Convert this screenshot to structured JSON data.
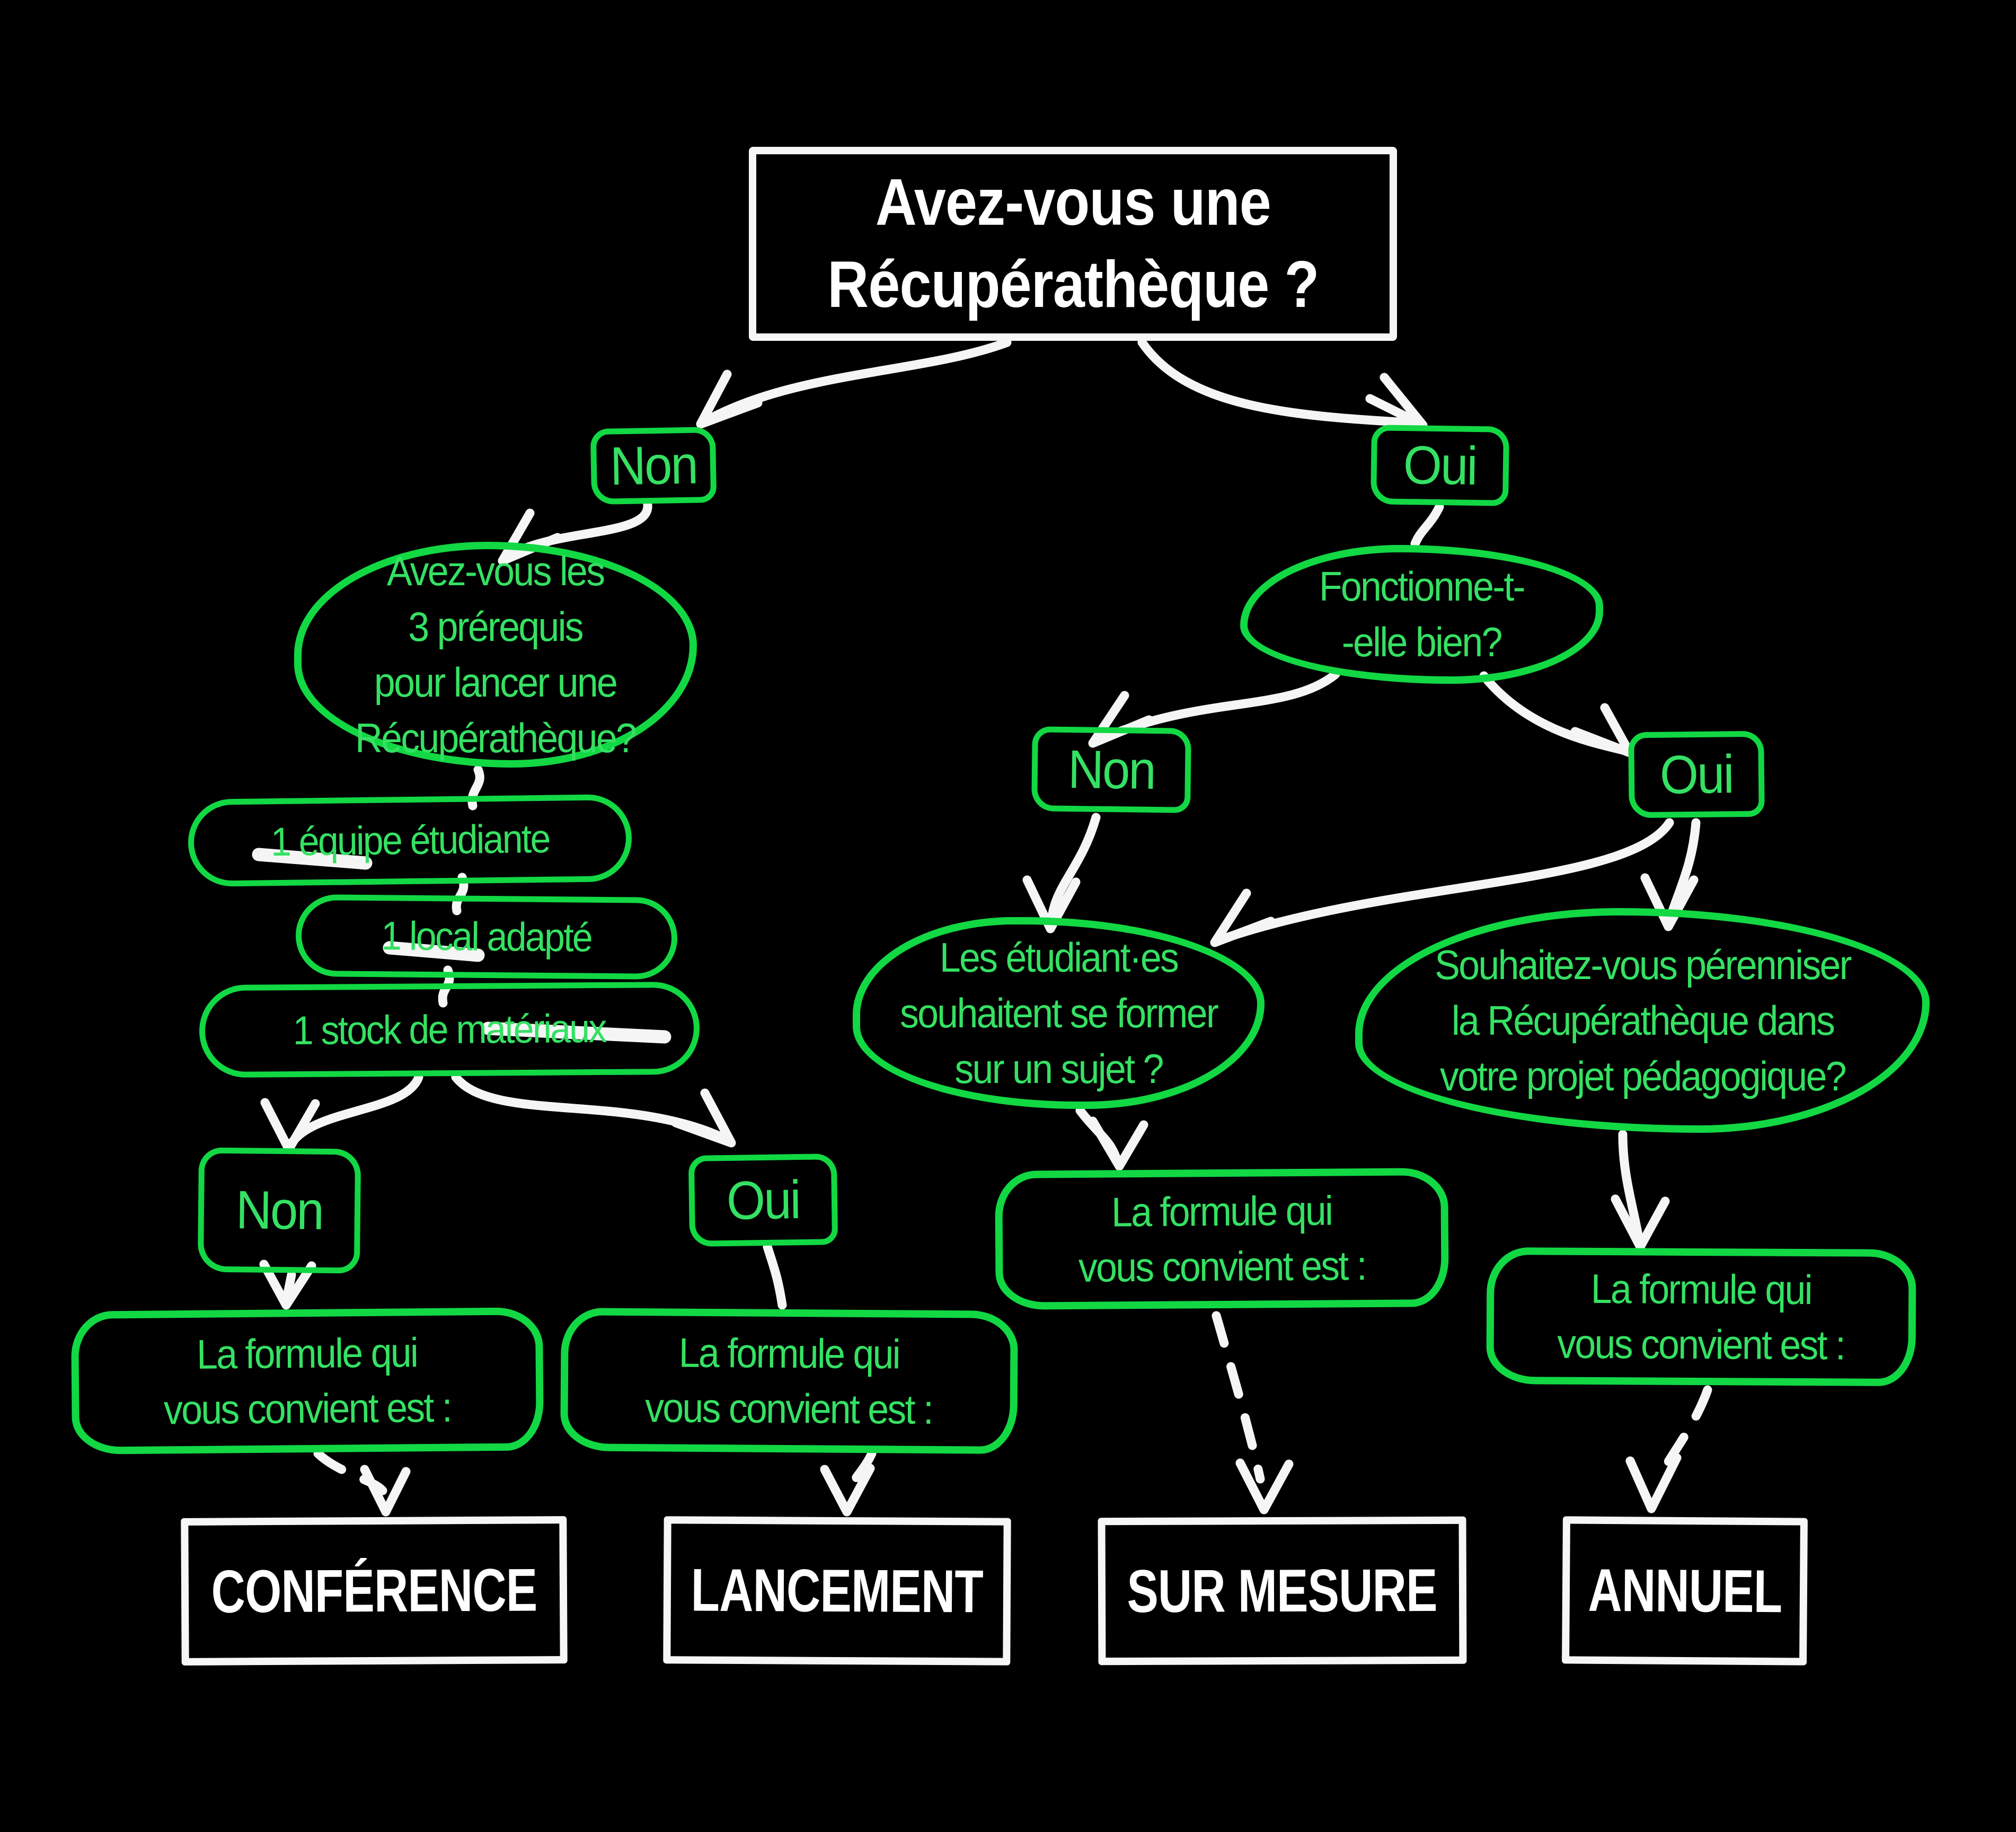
{
  "colors": {
    "background": "#000000",
    "green_stroke": "#12d843",
    "green_text": "#35e163",
    "white": "#ffffff"
  },
  "root": {
    "question": "Avez-vous une\nRécupérathèque ?"
  },
  "level1": {
    "no_label": "Non",
    "yes_label": "Oui"
  },
  "no_branch": {
    "prereq_question": "Avez-vous les\n3 prérequis\npour lancer une\nRécupérathèque?",
    "prereqs": [
      "1 équipe étudiante",
      "1 local adapté",
      "1 stock de matériaux"
    ],
    "no": {
      "label": "Non",
      "formula": "La formule qui\nvous convient est :",
      "result": "CONFÉRENCE"
    },
    "yes": {
      "label": "Oui",
      "formula": "La formule qui\nvous convient est :",
      "result": "LANCEMENT"
    }
  },
  "yes_branch": {
    "working_question": "Fonctionne-t-\n-elle bien?",
    "no": {
      "label": "Non",
      "question": "Les étudiant·es\nsouhaitent se former\nsur un sujet ?",
      "formula": "La formule qui\nvous convient est :",
      "result": "SUR MESURE"
    },
    "yes": {
      "label": "Oui",
      "question": "Souhaitez-vous pérenniser\nla Récupérathèque dans\nvotre projet pédagogique?",
      "formula": "La formule qui\nvous convient est :",
      "result": "ANNUEL"
    }
  }
}
